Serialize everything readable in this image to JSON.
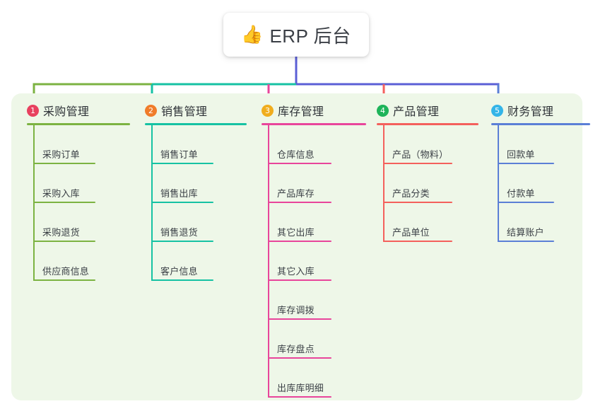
{
  "root": {
    "emoji": "👍",
    "emoji_name": "thumbs-up-icon",
    "title": "ERP 后台"
  },
  "palette": {
    "panel_bg": "#eef7e8",
    "page_bg": "#ffffff",
    "text": "#3a3f45",
    "root_line": "#5b5fd6"
  },
  "columns": [
    {
      "number": "1",
      "title": "采购管理",
      "badge_color": "#e8415f",
      "line_color": "#7cb342",
      "items": [
        "采购订单",
        "采购入库",
        "采购退货",
        "供应商信息"
      ]
    },
    {
      "number": "2",
      "title": "销售管理",
      "badge_color": "#f07c2a",
      "line_color": "#16c2a3",
      "items": [
        "销售订单",
        "销售出库",
        "销售退货",
        "客户信息"
      ]
    },
    {
      "number": "3",
      "title": "库存管理",
      "badge_color": "#f0ad1e",
      "line_color": "#e8459b",
      "items": [
        "仓库信息",
        "产品库存",
        "其它出库",
        "其它入库",
        "库存调拨",
        "库存盘点",
        "出库库明细"
      ]
    },
    {
      "number": "4",
      "title": "产品管理",
      "badge_color": "#1eb45a",
      "line_color": "#f4605c",
      "items": [
        "产品（物料）",
        "产品分类",
        "产品单位"
      ]
    },
    {
      "number": "5",
      "title": "财务管理",
      "badge_color": "#34b5e8",
      "line_color": "#5b7fd6",
      "items": [
        "回款单",
        "付款单",
        "结算账户"
      ]
    }
  ]
}
